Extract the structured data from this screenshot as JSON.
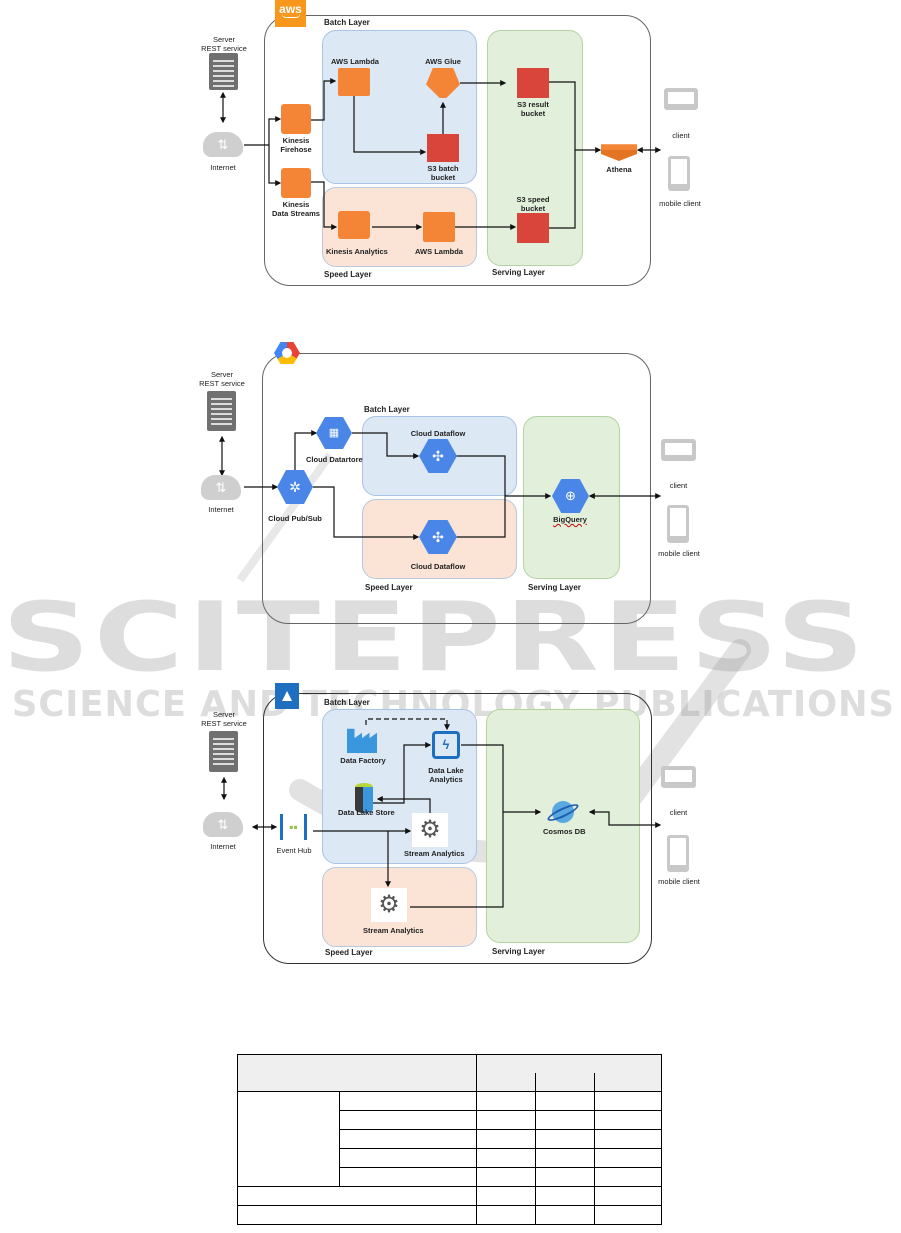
{
  "watermark": {
    "line1": "SCITEPRESS",
    "line2": "SCIENCE AND TECHNOLOGY PUBLICATIONS"
  },
  "common": {
    "server_label_1": "Server",
    "server_label_2": "REST service",
    "internet_label": "Internet",
    "client_label": "client",
    "mobile_client_label": "mobile client"
  },
  "aws": {
    "logo_text": "aws",
    "batch_layer_title": "Batch Layer",
    "speed_layer_title": "Speed Layer",
    "serving_layer_title": "Serving Layer",
    "nodes": {
      "kinesis_firehose": [
        "Kinesis",
        "Firehose"
      ],
      "kinesis_data_streams": [
        "Kinesis",
        "Data Streams"
      ],
      "aws_lambda_batch": "AWS Lambda",
      "aws_glue": "AWS Glue",
      "s3_batch": [
        "S3 batch",
        "bucket"
      ],
      "kinesis_analytics": "Kinesis Analytics",
      "aws_lambda_speed": "AWS Lambda",
      "s3_result": [
        "S3 result",
        "bucket"
      ],
      "s3_speed": [
        "S3 speed",
        "bucket"
      ],
      "athena": "Athena"
    },
    "colors": {
      "orange": "#f58536",
      "red": "#d9453b",
      "logo_bg": "#f7981d"
    }
  },
  "gcp": {
    "batch_layer_title": "Batch Layer",
    "speed_layer_title": "Speed Layer",
    "serving_layer_title": "Serving Layer",
    "nodes": {
      "cloud_datastore": "Cloud Datartore",
      "cloud_pubsub": "Cloud Pub/Sub",
      "cloud_dataflow_batch": "Cloud Dataflow",
      "cloud_dataflow_speed": "Cloud Dataflow",
      "bigquery": "BigQuery"
    },
    "colors": {
      "hex_blue": "#4a86e8"
    }
  },
  "azure": {
    "batch_layer_title": "Batch Layer",
    "speed_layer_title": "Speed Layer",
    "serving_layer_title": "Serving Layer",
    "nodes": {
      "event_hub": "Event Hub",
      "data_factory": "Data Factory",
      "data_lake_analytics": [
        "Data Lake",
        "Analytics"
      ],
      "data_lake_store": "Data Lake Store",
      "stream_analytics_batch": "Stream Analytics",
      "stream_analytics_speed": "Stream Analytics",
      "cosmos_db": "Cosmos DB"
    },
    "colors": {
      "logo_bg": "#1f6fc1",
      "accent": "#2d8bd6"
    }
  },
  "table": {
    "rows": 9,
    "columns": 5
  }
}
